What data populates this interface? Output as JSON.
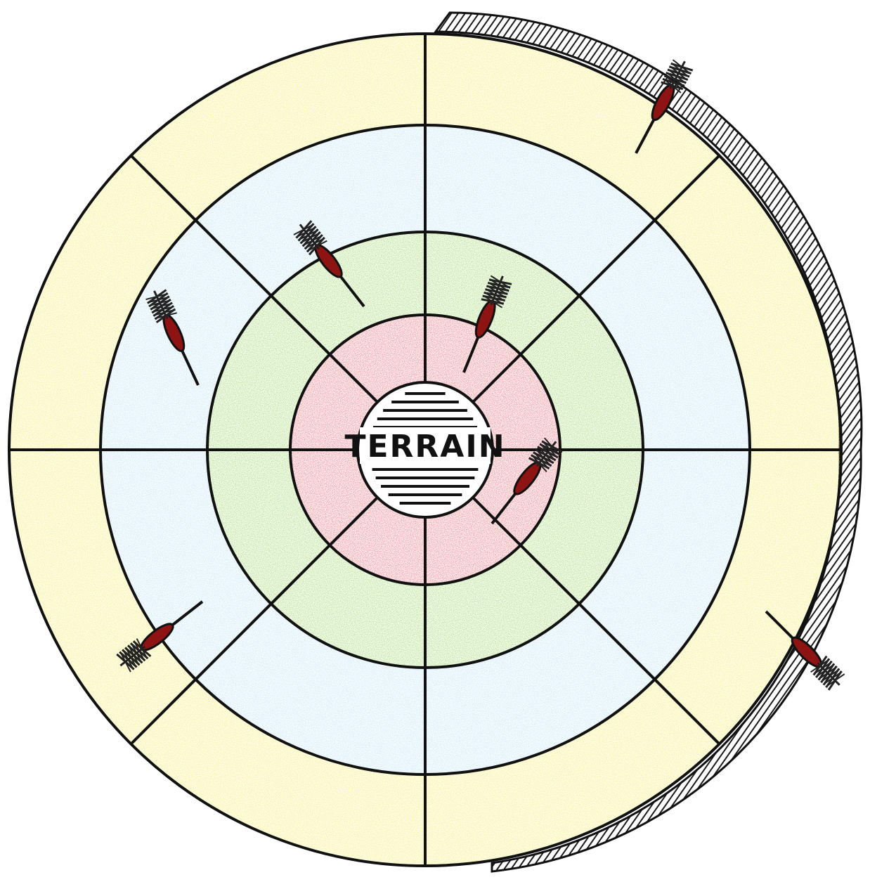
{
  "board": {
    "center_label": "TERRAIN",
    "ring_colors": {
      "center": "#ffffff",
      "red_ring": "#e8707a",
      "green_ring": "#9fd66a",
      "blue_ring": "#bfe3f2",
      "yellow_ring": "#f2ec6a",
      "outline": "#111111",
      "shadow": "#2a2a2a"
    },
    "dart_colors": {
      "body": "#8e1414",
      "flight": "#222222",
      "tip": "#111111"
    },
    "segments": 8,
    "dart_count": 7
  }
}
